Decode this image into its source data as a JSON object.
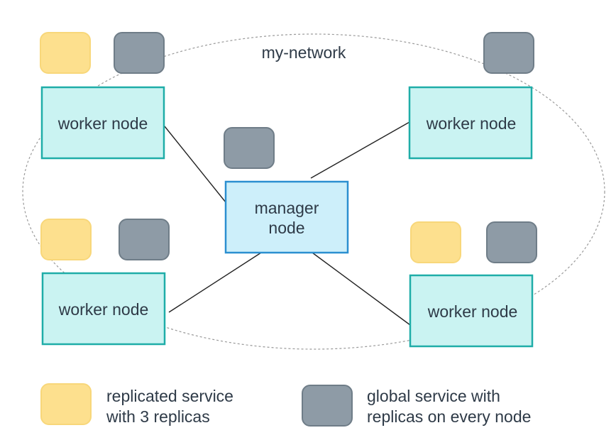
{
  "network": {
    "label": "my-network"
  },
  "manager": {
    "label_line1": "manager",
    "label_line2": "node"
  },
  "workers": {
    "top_left": "worker node",
    "top_right": "worker node",
    "bottom_left": "worker node",
    "bottom_right": "worker node"
  },
  "legend": {
    "replicated_line1": "replicated service",
    "replicated_line2": "with 3 replicas",
    "global_line1": "global service with",
    "global_line2": "replicas on every node"
  },
  "colors": {
    "replicated_fill": "#fde08e",
    "replicated_stroke": "#f8d77a",
    "global_fill": "#8e9ba6",
    "global_stroke": "#6f7d88",
    "worker_fill": "#caf3f2",
    "worker_stroke": "#1fada8",
    "manager_fill": "#cdeffa",
    "manager_stroke": "#2b8fd0"
  }
}
